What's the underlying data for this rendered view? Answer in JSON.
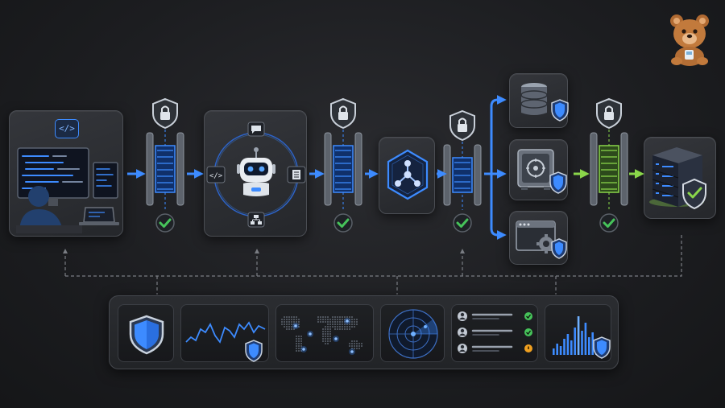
{
  "code_badge": "</>",
  "colors": {
    "accent_blue": "#3d8bff",
    "gate_green": "#8ad64a",
    "check_green": "#46c35a",
    "warning_amber": "#f0a020",
    "connector_gray": "#7a7d83"
  },
  "icons": {
    "mascot": "teddy-bear-icon",
    "stage1": "developer-workstation-icon",
    "stage2": "ai-robot-icon",
    "stage3": "network-hub-hexagon-icon",
    "branch_targets": [
      "database-shield-icon",
      "vault-shield-icon",
      "app-window-gear-shield-icon"
    ],
    "final": "server-rack-shield-icon",
    "gates": "lock-shield-filter-check-icon",
    "monitor_tiles": [
      "shield-icon",
      "waveform-shield-icon",
      "world-map-icon",
      "radar-icon",
      "user-list-status-icon",
      "bar-graph-shield-icon"
    ]
  },
  "user_list_statuses": [
    "ok",
    "ok",
    "warning"
  ]
}
